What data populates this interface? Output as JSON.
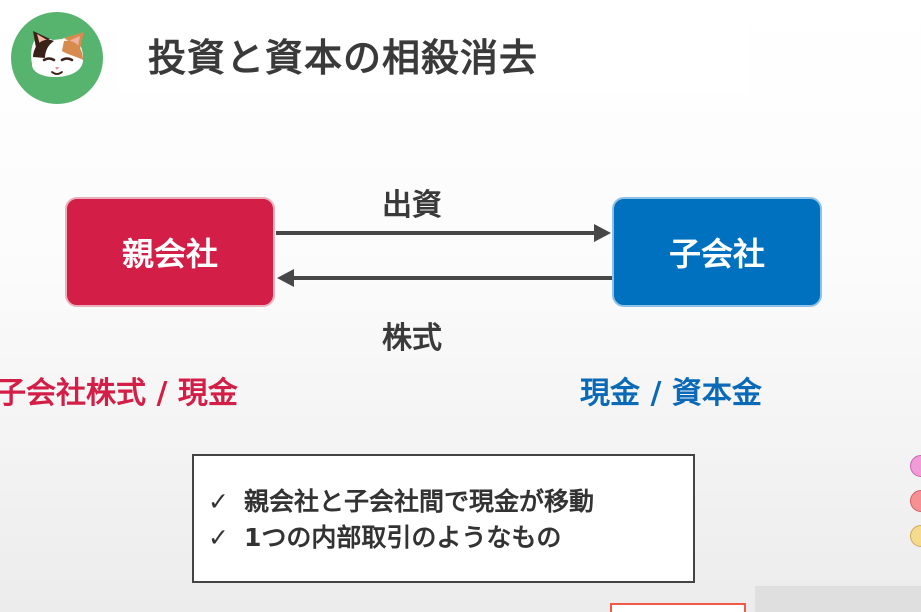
{
  "header": {
    "title": "投資と資本の相殺消去"
  },
  "diagram": {
    "parent_label": "親会社",
    "child_label": "子会社",
    "arrow_top_label": "出資",
    "arrow_bottom_label": "株式",
    "parent_entry": "子会社株式 / 現金",
    "child_entry": "現金 / 資本金"
  },
  "notes": {
    "check_symbol": "✓",
    "items": [
      "親会社と子会社間で現金が移動",
      "1つの内部取引のようなもの"
    ]
  },
  "colors": {
    "parent": "#d31f47",
    "child": "#0071bf",
    "title": "#3a3a3a"
  },
  "icons": {
    "avatar": "calico-cat-icon"
  }
}
